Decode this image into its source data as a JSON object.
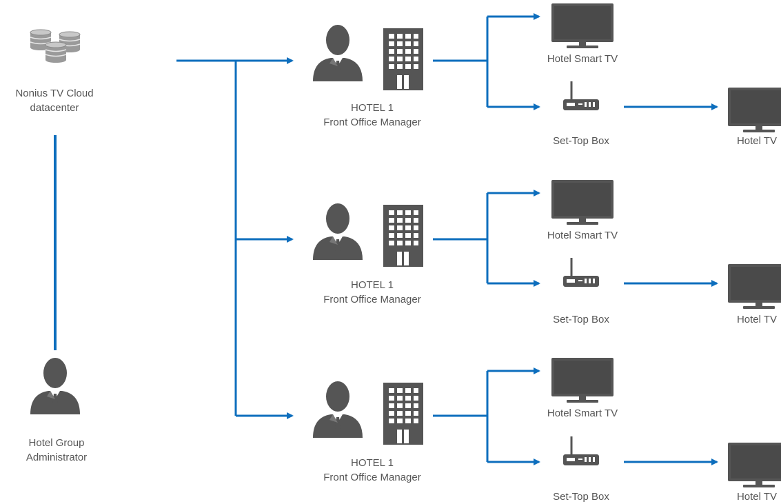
{
  "datacenter": {
    "line1": "Nonius TV Cloud",
    "line2": "datacenter",
    "icon": "database-icon"
  },
  "administrator": {
    "line1": "Hotel Group",
    "line2": "Administrator",
    "icon": "person-icon"
  },
  "colors": {
    "connector": "#0d6ebd",
    "icon": "#555555"
  },
  "hotels": [
    {
      "name": "HOTEL 1",
      "role": "Front Office Manager",
      "smart_tv": "Hotel Smart TV",
      "stb": "Set-Top Box",
      "tv": "Hotel TV"
    },
    {
      "name": "HOTEL 1",
      "role": "Front Office Manager",
      "smart_tv": "Hotel Smart TV",
      "stb": "Set-Top Box",
      "tv": "Hotel TV"
    },
    {
      "name": "HOTEL 1",
      "role": "Front Office Manager",
      "smart_tv": "Hotel Smart TV",
      "stb": "Set-Top Box",
      "tv": "Hotel TV"
    }
  ]
}
